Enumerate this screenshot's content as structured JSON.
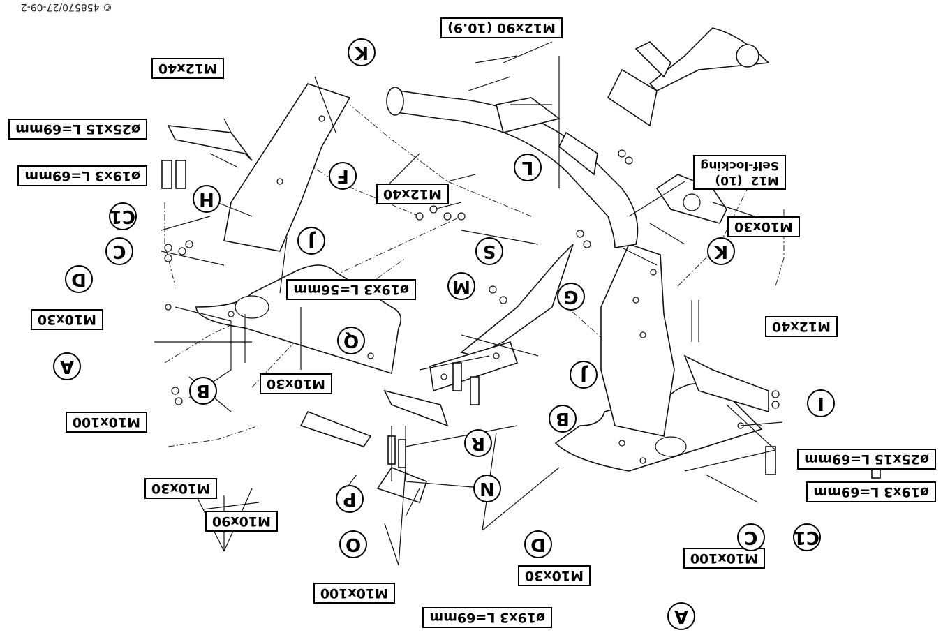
{
  "copyright": "© 458570/27-09-2",
  "labels": {
    "m12x90": "M12x90 (10.9)",
    "m12x40_a": "M12x40",
    "m12x40_b": "M12x40",
    "m12x40_c": "M12x40",
    "m12_self_locking": "M12  (10)\nSelf-locking",
    "d25x15_a": "ø25x15 L=69mm",
    "d25x15_b": "ø25x15 L=69mm",
    "d19x3_69_a": "ø19x3 L=69mm",
    "d19x3_69_b": "ø19x3 L=69mm",
    "d19x3_69_c": "ø19x3 L=69mm",
    "d19x3_56": "ø19x3 L=56mm",
    "m10x30_a": "M10x30",
    "m10x30_b": "M10x30",
    "m10x30_c": "M10x30",
    "m10x30_d": "M10x30",
    "m10x30_e": "M10x30",
    "m10x100_a": "M10x100",
    "m10x100_b": "M10x100",
    "m10x100_c": "M10x100",
    "m10x90": "M10x90"
  },
  "callouts": {
    "A1": "A",
    "A2": "A",
    "B1": "B",
    "B2": "B",
    "C1a": "C",
    "C2": "C",
    "C1_1": "C1",
    "C1_2": "C1",
    "D1": "D",
    "D2": "D",
    "F": "F",
    "G": "G",
    "H": "H",
    "I": "I",
    "J1": "J",
    "J2": "J",
    "K1": "K",
    "K2": "K",
    "L": "L",
    "M": "M",
    "N": "N",
    "O": "O",
    "P": "P",
    "Q": "Q",
    "R": "R",
    "S": "S"
  }
}
